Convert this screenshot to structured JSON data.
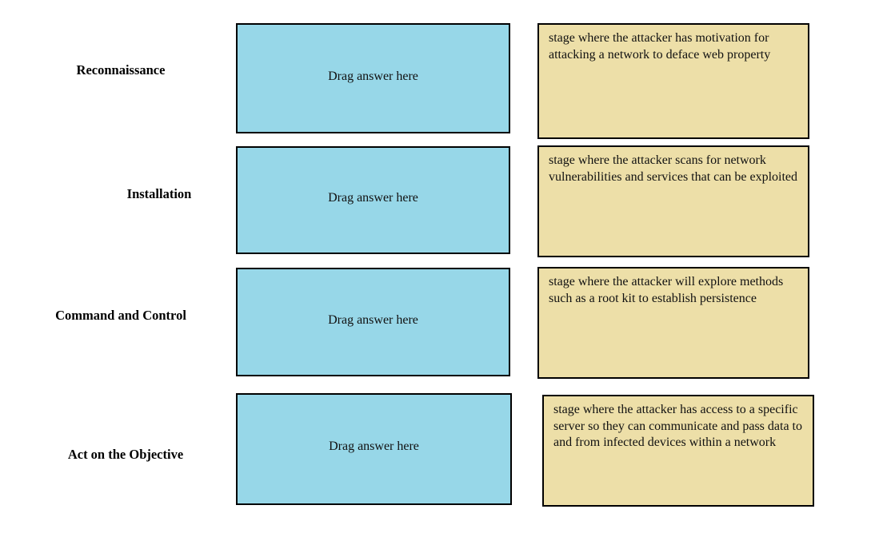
{
  "exercise": {
    "type": "drag-and-drop-matching",
    "drop_placeholder": "Drag answer here",
    "rows": [
      {
        "label": "Reconnaissance",
        "drop_text": "Drag answer here",
        "description": "stage where the attacker has motivation for attacking a network to deface web property"
      },
      {
        "label": "Installation",
        "drop_text": "Drag answer here",
        "description": "stage where the attacker scans for network vulnerabilities and services that can be exploited"
      },
      {
        "label": "Command and Control",
        "drop_text": "Drag answer here",
        "description": "stage where the attacker will explore methods such as a root kit to establish persistence"
      },
      {
        "label": "Act on the Objective",
        "drop_text": "Drag answer here",
        "description": "stage where the attacker has access to a specific server so they can communicate and pass data to and from infected devices within a network"
      }
    ]
  },
  "colors": {
    "drop_zone_fill": "#97d7e8",
    "description_fill": "#eddfa8",
    "border": "#000000",
    "page_background": "#ffffff",
    "text": "#111111"
  }
}
